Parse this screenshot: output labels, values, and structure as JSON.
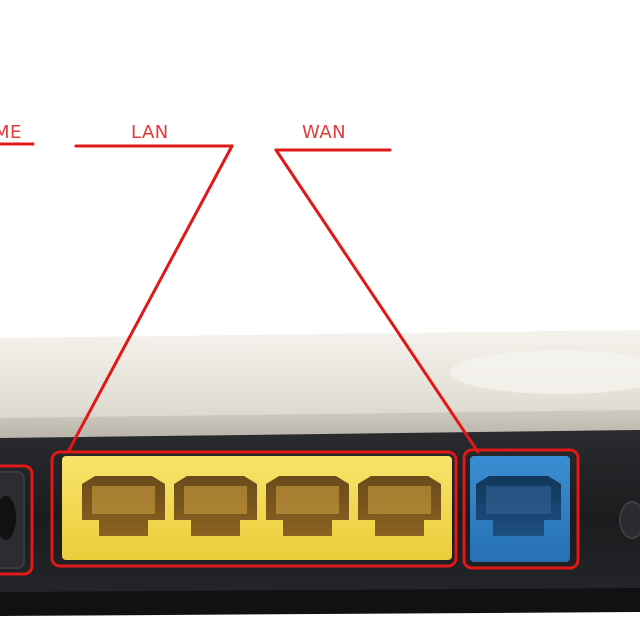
{
  "labels": {
    "left_cut": "ME",
    "lan": "LAN",
    "wan": "WAN"
  },
  "ports": {
    "lan_count": 4,
    "wan_count": 1
  },
  "colors": {
    "annotation": "#e01818",
    "lan_port": "#f5d94a",
    "wan_port": "#2f7fc6",
    "router_body": "#1c1d1f",
    "router_top": "#ece9e1"
  }
}
